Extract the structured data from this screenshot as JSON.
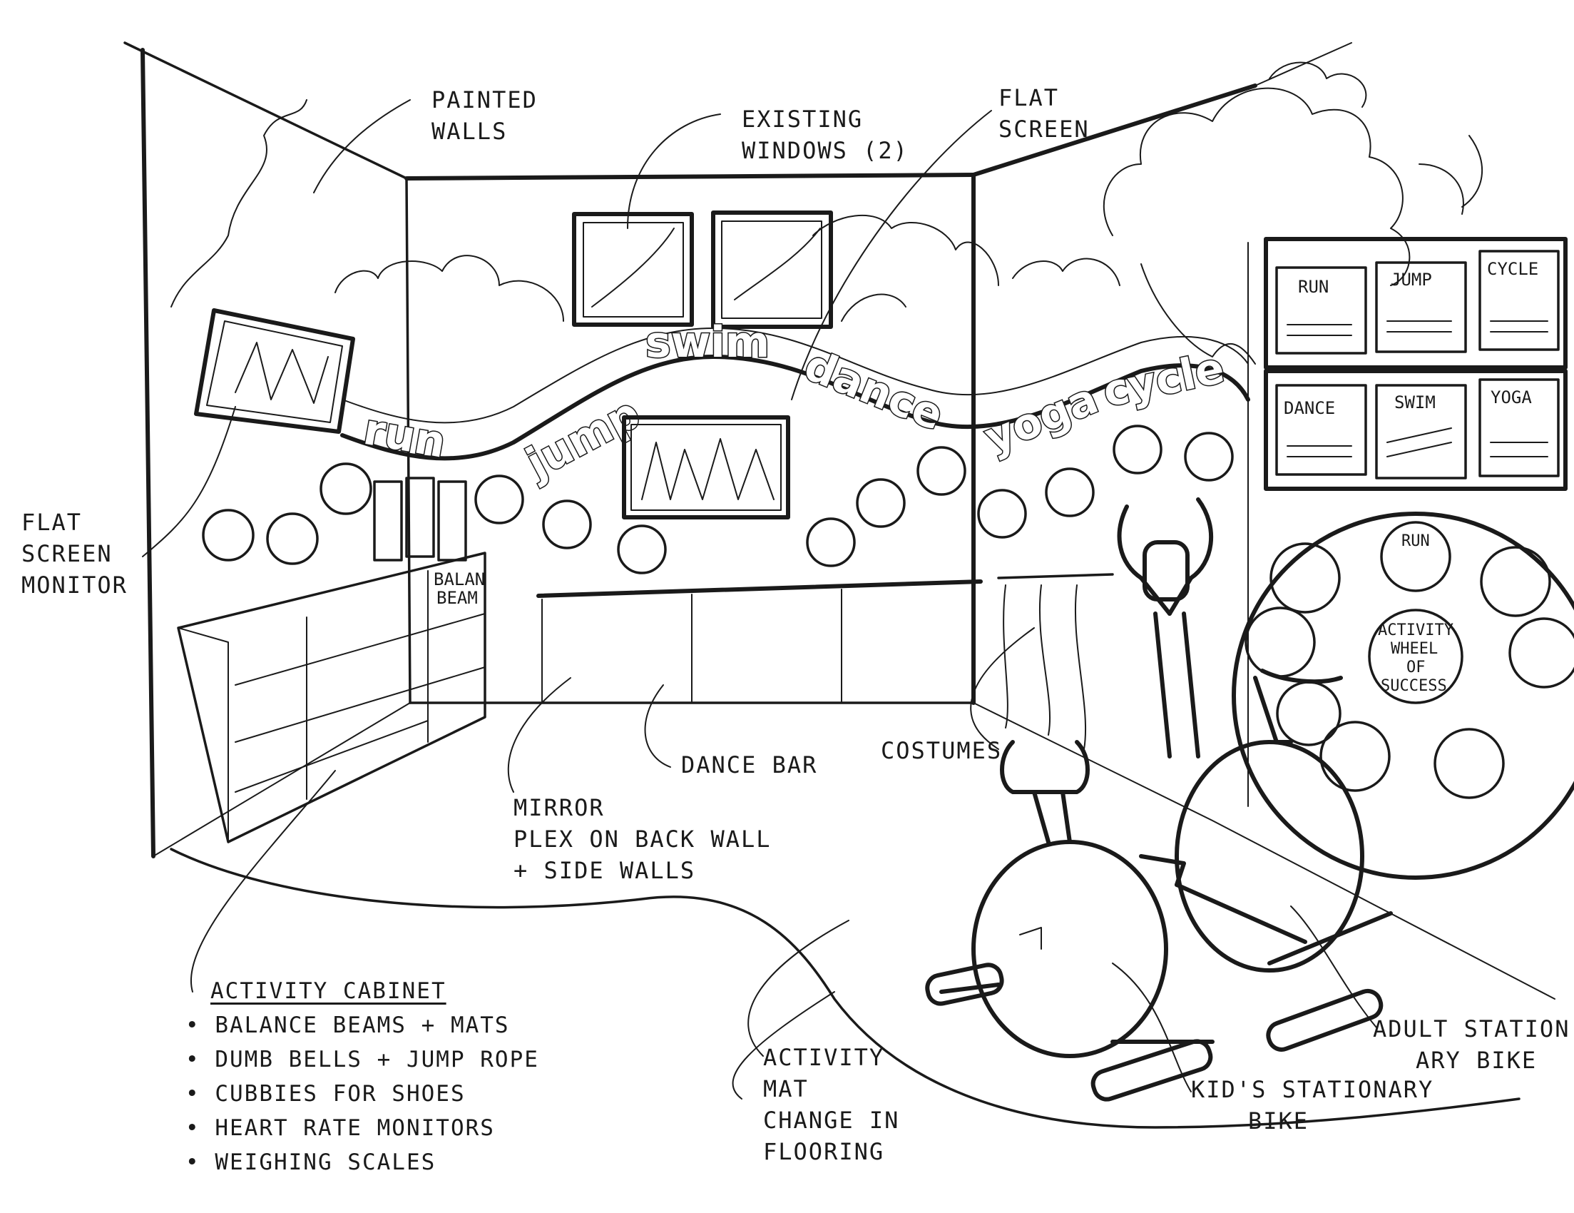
{
  "wall_words": [
    "run",
    "jump",
    "swim",
    "dance",
    "yoga",
    "cycle"
  ],
  "tiles": {
    "row1": [
      "RUN",
      "JUMP",
      "CYCLE"
    ],
    "row2": [
      "DANCE",
      "SWIM",
      "YOGA"
    ]
  },
  "wheel": {
    "line1": "ACTIVITY",
    "line2": "WHEEL",
    "line3": "OF",
    "line4": "SUCCESS",
    "top_item": "RUN"
  },
  "cabinet_tag": {
    "line1": "BALAN",
    "line2": "BEAM"
  },
  "labels": {
    "painted_walls": [
      "PAINTED",
      "WALLS"
    ],
    "existing_windows": [
      "EXISTING",
      "WINDOWS (2)"
    ],
    "flat_screen_top": [
      "FLAT",
      "SCREEN"
    ],
    "flat_screen_monitor": [
      "FLAT",
      "SCREEN",
      "MONITOR"
    ],
    "dance_bar": "DANCE BAR",
    "costumes": "COSTUMES",
    "mirror": [
      "MIRROR",
      "PLEX ON BACK WALL",
      "+ SIDE WALLS"
    ],
    "activity_mat": [
      "ACTIVITY",
      "MAT",
      "CHANGE IN",
      "FLOORING"
    ],
    "kids_bike": [
      "KID'S STATIONARY",
      "BIKE"
    ],
    "adult_bike": [
      "ADULT STATION-",
      "ARY BIKE"
    ]
  },
  "activity_cabinet": {
    "title": "ACTIVITY CABINET",
    "items": [
      "BALANCE BEAMS + MATS",
      "DUMB BELLS + JUMP ROPE",
      "CUBBIES FOR SHOES",
      "HEART RATE MONITORS",
      "WEIGHING SCALES"
    ]
  },
  "colors": {
    "ink": "#1a1a1a",
    "paper": "#ffffff"
  }
}
